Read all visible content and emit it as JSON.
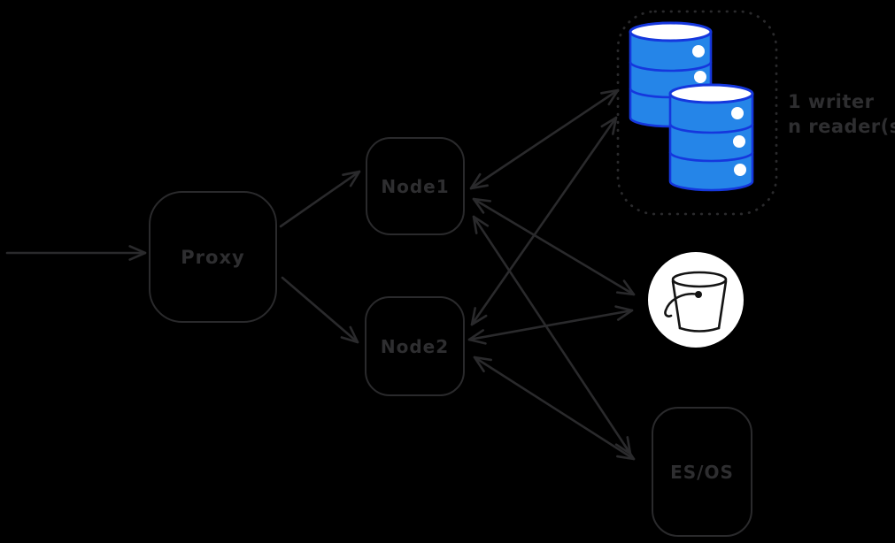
{
  "colors": {
    "background": "#000000",
    "stroke": "#2a2a2c",
    "db_fill": "#2585e8",
    "db_stroke": "#1537dd",
    "bucket_bg": "#ffffff",
    "bucket_icon": "#141414"
  },
  "nodes": {
    "proxy": {
      "label": "Proxy"
    },
    "node1": {
      "label": "Node1"
    },
    "node2": {
      "label": "Node2"
    },
    "esos": {
      "label": "ES/OS"
    }
  },
  "db_cluster": {
    "icon": "database-cylinders-icon",
    "note_line1": "1 writer",
    "note_line2": "n reader(s)"
  },
  "bucket": {
    "icon": "bucket-icon"
  },
  "edges": [
    {
      "from": "external",
      "to": "proxy",
      "arrows": "end"
    },
    {
      "from": "proxy",
      "to": "node1",
      "arrows": "end"
    },
    {
      "from": "proxy",
      "to": "node2",
      "arrows": "end"
    },
    {
      "from": "node1",
      "to": "database-cluster",
      "arrows": "both"
    },
    {
      "from": "node2",
      "to": "database-cluster",
      "arrows": "both"
    },
    {
      "from": "node1",
      "to": "bucket",
      "arrows": "both"
    },
    {
      "from": "node2",
      "to": "bucket",
      "arrows": "both"
    },
    {
      "from": "node1",
      "to": "esos",
      "arrows": "both"
    },
    {
      "from": "node2",
      "to": "esos",
      "arrows": "both"
    }
  ]
}
